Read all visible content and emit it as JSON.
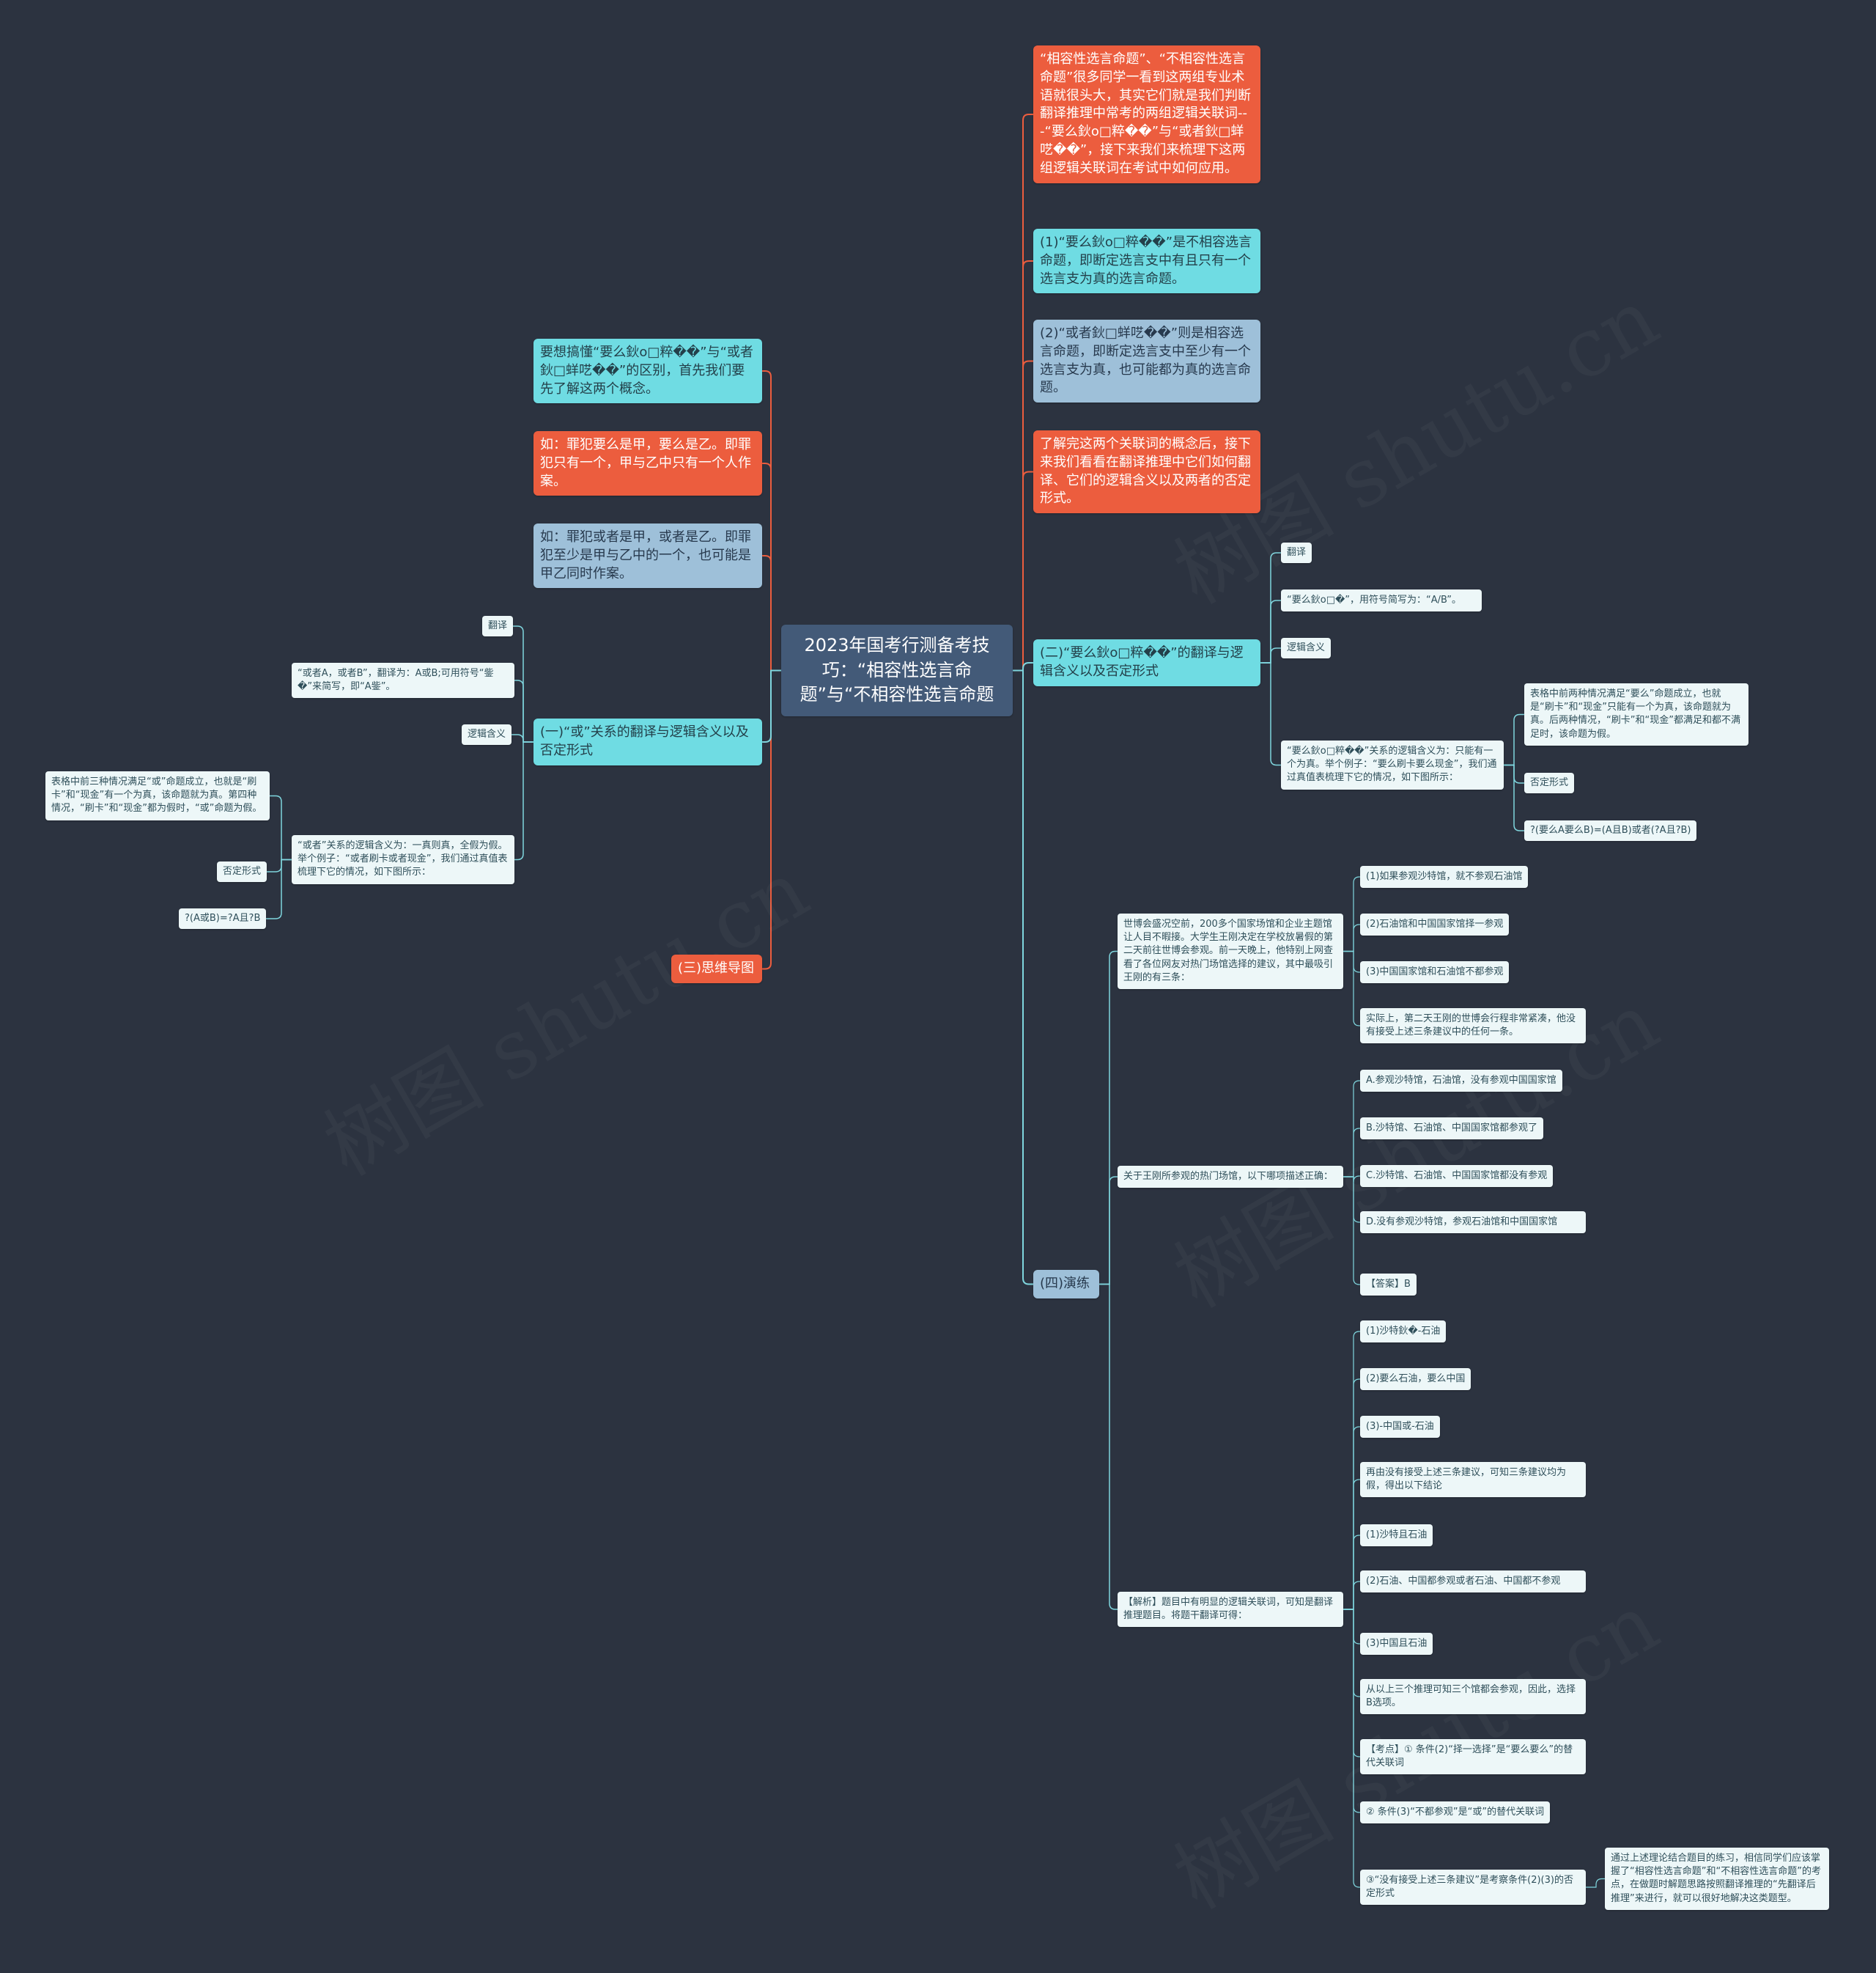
{
  "root": {
    "title": "2023年国考行测备考技巧：“相容性选言命题”与“不相容性选言命题"
  },
  "right": {
    "intro": "“相容性选言命题”、“不相容性选言命题”很多同学一看到这两组专业术语就很头大，其实它们就是我们判断翻译推理中常考的两组逻辑关联词---“要么鈥ο□粹��”与“或者鈥□蛘呓��”，接下来我们来梳理下这两组逻辑关联词在考试中如何应用。",
    "p1": "(1)“要么鈥ο□粹��”是不相容选言命题，即断定选言支中有且只有一个选言支为真的选言命题。",
    "p2": "(2)“或者鈥□蛘呓��”则是相容选言命题，即断定选言支中至少有一个选言支为真，也可能都为真的选言命题。",
    "p3": "了解完这两个关联词的概念后，接下来我们看看在翻译推理中它们如何翻译、它们的逻辑含义以及两者的否定形式。",
    "sec2": {
      "title": "(二)“要么鈥ο□粹��”的翻译与逻辑含义以及否定形式",
      "translate_tag": "翻译",
      "translate_text": "“要么鈥ο□�”，用符号简写为：“A/B”。",
      "logic_tag": "逻辑含义",
      "logic_text": "“要么鈥ο□粹��”关系的逻辑含义为：只能有一个为真。举个例子：“要么刷卡要么现金”，我们通过真值表梳理下它的情况，如下图所示：",
      "table_note": "表格中前两种情况满足“要么”命题成立，也就是“刷卡”和“现金”只能有一个为真，该命题就为真。后两种情况，“刷卡”和“现金”都满足和都不满足时，该命题为假。",
      "neg_tag": "否定形式",
      "neg_text": "?(要么A要么B)=(A且B)或者(?A且?B)"
    },
    "sec4": {
      "title": "(四)演练",
      "q": {
        "stem": "世博会盛况空前，200多个国家场馆和企业主题馆让人目不暇接。大学生王刚决定在学校放暑假的第二天前往世博会参观。前一天晚上，他特别上网查看了各位网友对热门场馆选择的建议，其中最吸引王刚的有三条：",
        "items": [
          "(1)如果参观沙特馆，就不参观石油馆",
          "(2)石油馆和中国国家馆择一参观",
          "(3)中国国家馆和石油馆不都参观",
          "实际上，第二天王刚的世博会行程非常紧凑，他没有接受上述三条建议中的任何一条。"
        ]
      },
      "opts": {
        "stem": "关于王刚所参观的热门场馆，以下哪项描述正确：",
        "items": [
          "A.参观沙特馆，石油馆，没有参观中国国家馆",
          "B.沙特馆、石油馆、中国国家馆都参观了",
          "C.沙特馆、石油馆、中国国家馆都没有参观",
          "D.没有参观沙特馆，参观石油馆和中国国家馆",
          "【答案】B"
        ]
      },
      "analysis": {
        "stem": "【解析】题目中有明显的逻辑关联词，可知是翻译推理题目。将题干翻译可得：",
        "items": [
          "(1)沙特鈥�-石油",
          "(2)要么石油，要么中国",
          "(3)-中国或-石油",
          "再由没有接受上述三条建议，可知三条建议均为假，得出以下结论",
          "(1)沙特且石油",
          "(2)石油、中国都参观或者石油、中国都不参观",
          "(3)中国且石油",
          "从以上三个推理可知三个馆都会参观，因此，选择B选项。",
          "【考点】① 条件(2)“择一选择”是“要么要么”的替代关联词",
          "② 条件(3)“不都参观”是“或”的替代关联词",
          "③“没有接受上述三条建议”是考察条件(2)(3)的否定形式"
        ],
        "summary": "通过上述理论结合题目的练习，相信同学们应该掌握了“相容性选言命题”和“不相容性选言命题”的考点，在做题时解题思路按照翻译推理的“先翻译后推理”来进行，就可以很好地解决这类题型。"
      }
    }
  },
  "left": {
    "c1": "要想搞懂“要么鈥ο□粹��”与“或者鈥□蛘呓��”的区别，首先我们要先了解这两个概念。",
    "c2": "如：罪犯要么是甲，要么是乙。即罪犯只有一个，甲与乙中只有一个人作案。",
    "c3": "如：罪犯或者是甲，或者是乙。即罪犯至少是甲与乙中的一个，也可能是甲乙同时作案。",
    "sec1": {
      "title": "(一)“或”关系的翻译与逻辑含义以及否定形式",
      "translate_tag": "翻译",
      "translate_text": "“或者A，或者B”，翻译为：A或B;可用符号“鈭�”来简写，即“A鈭”。",
      "logic_tag": "逻辑含义",
      "logic_text": "“或者”关系的逻辑含义为：一真则真，全假为假。举个例子：“或者刷卡或者现金”，我们通过真值表梳理下它的情况，如下图所示：",
      "table_note": "表格中前三种情况满足“或”命题成立，也就是“刷卡”和“现金”有一个为真，该命题就为真。第四种情况，“刷卡”和“现金”都为假时，“或”命题为假。",
      "neg_tag": "否定形式",
      "neg_text": "?(A或B)=?A且?B"
    },
    "sec3": "(三)思维导图"
  },
  "watermark": "树图 shutu.cn",
  "colors": {
    "bg": "#2c3340",
    "root": "#435a78",
    "orange": "#ec5d3e",
    "cyan": "#6fdce3",
    "blue": "#9ec0d9",
    "line_right": "#7fd6de",
    "line_left": "#ec5d3e"
  }
}
